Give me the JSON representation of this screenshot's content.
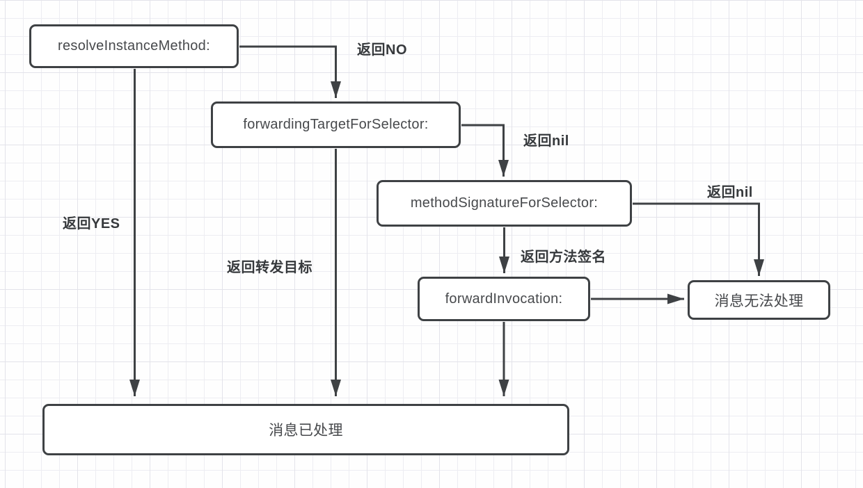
{
  "nodes": {
    "resolve_instance_method": {
      "label": "resolveInstanceMethod:"
    },
    "forwarding_target_for_selector": {
      "label": "forwardingTargetForSelector:"
    },
    "method_signature_for_selector": {
      "label": "methodSignatureForSelector:"
    },
    "forward_invocation": {
      "label": "forwardInvocation:"
    },
    "message_unhandled": {
      "label": "消息无法处理"
    },
    "message_handled": {
      "label": "消息已处理"
    }
  },
  "edge_labels": {
    "return_no": "返回NO",
    "return_nil_to_method_signature": "返回nil",
    "return_nil_to_unhandled": "返回nil",
    "return_method_signature": "返回方法签名",
    "return_yes": "返回YES",
    "return_forwarding_target": "返回转发目标"
  },
  "colors": {
    "stroke": "#3e4144",
    "box_fill": "#ffffff",
    "box_text": "#47494c",
    "label_text": "#36393c",
    "grid_minor": "#ededf2",
    "grid_major": "#e3e3ea",
    "background": "#fefefe"
  }
}
